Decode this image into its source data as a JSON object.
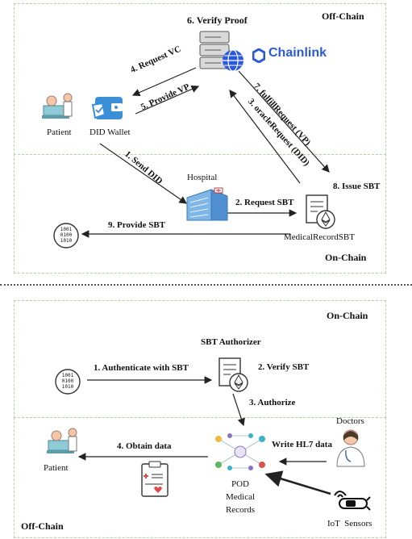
{
  "top": {
    "offchain_label": "Off-Chain",
    "onchain_label": "On-Chain",
    "verify_proof": "6. Verify Proof",
    "chainlink": "Chainlink",
    "request_vc": "4. Request VC",
    "provide_vp": "5. Provide VP",
    "fulfill": "7. fulfillRequest (VP)",
    "oracle": "3. oracleRequest (DID)",
    "patient": "Patient",
    "did_wallet": "DID Wallet",
    "send_did": "1. Send DID",
    "hospital": "Hospital",
    "request_sbt": "2. Request SBT",
    "issue_sbt": "8. Issue SBT",
    "medical_record_sbt": "MedicalRecordSBT",
    "provide_sbt": "9. Provide SBT",
    "binary": [
      "1001",
      "0100",
      "1010"
    ]
  },
  "bottom": {
    "onchain_label": "On-Chain",
    "offchain_label": "Off-Chain",
    "sbt_authorizer": "SBT Authorizer",
    "authenticate": "1. Authenticate with SBT",
    "verify_sbt": "2. Verify SBT",
    "authorize": "3. Authorize",
    "doctors": "Doctors",
    "write_hl7": "Write HL7 data",
    "obtain": "4. Obtain data",
    "patient": "Patient",
    "pod": [
      "POD",
      "Medical",
      "Records"
    ],
    "iot": "IoT  Sensors",
    "binary": [
      "1001",
      "0100",
      "1010"
    ]
  },
  "colors": {
    "zone_border": "#b9d1a6",
    "chainlink_blue": "#2a5ada",
    "wallet_blue": "#3b8fd6",
    "arrow": "#222222"
  }
}
